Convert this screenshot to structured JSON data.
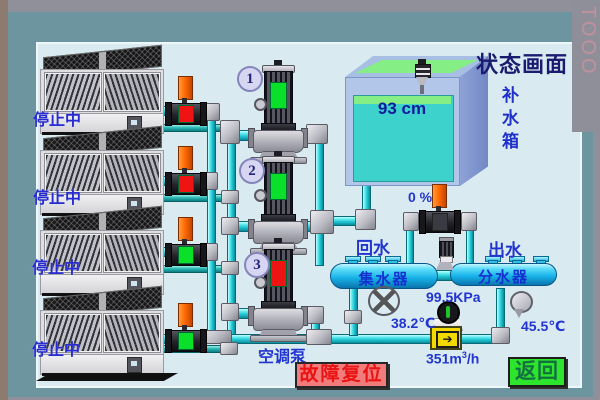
{
  "window": {
    "title": "状态画面",
    "watermark": "TOOO"
  },
  "chillers": {
    "status_labels": [
      "停止中",
      "停止中",
      "停止中",
      "停止中"
    ]
  },
  "valves": {
    "states": [
      "red",
      "red",
      "green",
      "green"
    ]
  },
  "pumps": {
    "numbers": [
      "1",
      "2",
      "3"
    ],
    "states": [
      "green",
      "green",
      "red"
    ],
    "group_label": "空调泵"
  },
  "tank": {
    "level": "93 cm",
    "label": "补水箱"
  },
  "bypass": {
    "opening": "0 %"
  },
  "manifolds": {
    "return_label": "回水",
    "supply_label": "出水",
    "collector_label": "集水器",
    "distributor_label": "分水器"
  },
  "readings": {
    "pressure": "99.5KPa",
    "return_temp": "38.2℃",
    "supply_temp": "45.5℃",
    "flow_base": "351m",
    "flow_exp": "3",
    "flow_unit": "/h"
  },
  "buttons": {
    "fault_reset": "故障复位",
    "back": "返回"
  },
  "flowmeter_arrow": "➔",
  "colors": {
    "green": "#0ae02a",
    "red": "#ee1414",
    "orange": "#ff6a00",
    "pipe_cyan": "#20c5d2",
    "accent_blue": "#2335cf"
  }
}
